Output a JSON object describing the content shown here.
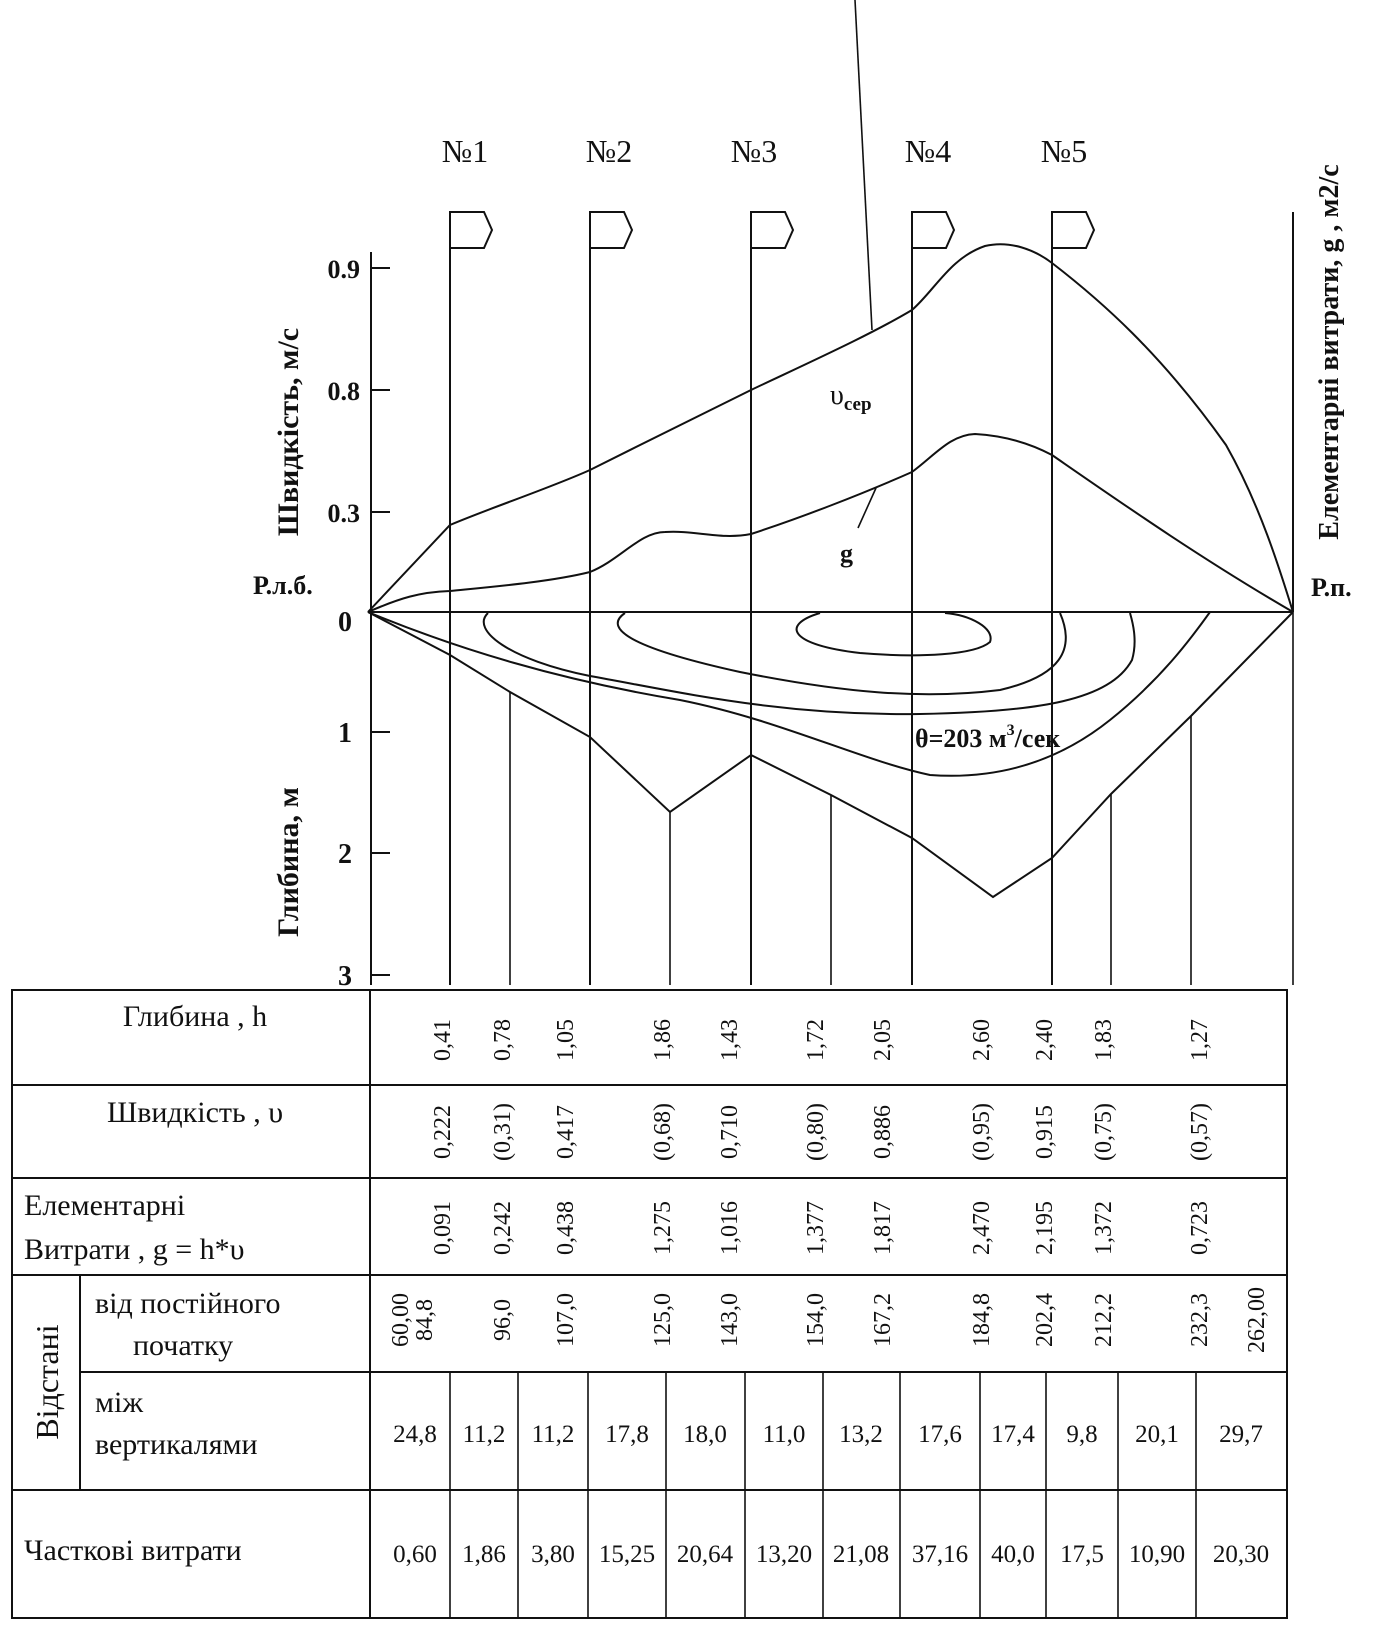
{
  "verticals": [
    {
      "label": "№1"
    },
    {
      "label": "№2"
    },
    {
      "label": "№3"
    },
    {
      "label": "№4"
    },
    {
      "label": "№5"
    }
  ],
  "axes": {
    "left_top_title": "Швидкість, м/с",
    "left_bottom_title": "Глибина, м",
    "right_title": "Елементарні витрати, g , м2/с",
    "left_bank": "Р.л.б.",
    "right_bank": "Р.п.",
    "speed_ticks": [
      "0.9",
      "0.8",
      "0.3"
    ],
    "depth_ticks": [
      "0",
      "1",
      "2",
      "3"
    ]
  },
  "curves": {
    "v_label": "υ",
    "v_sub": "сер",
    "g_label": "g",
    "discharge_prefix": "θ=203 м",
    "discharge_sup": "3",
    "discharge_suffix": "/сек"
  },
  "table": {
    "rows": {
      "depth": "Глибина , h",
      "speed": "Швидкість , υ",
      "flow_line1": "Елементарні",
      "flow_line2": "Витрати , g = h*υ",
      "distances": "Відстані",
      "from_start_line1": "від постійного",
      "from_start_line2": "початку",
      "between_line1": "між",
      "between_line2": "вертикалями",
      "partial": "Часткові витрати"
    },
    "depth_values": [
      "0,41",
      "0,78",
      "1,05",
      "1,86",
      "1,43",
      "1,72",
      "2,05",
      "2,60",
      "2,40",
      "1,83",
      "1,27"
    ],
    "speed_values": [
      "0,222",
      "(0,31)",
      "0,417",
      "(0,68)",
      "0,710",
      "(0,80)",
      "0,886",
      "(0,95)",
      "0,915",
      "(0,75)",
      "(0,57)"
    ],
    "flow_values": [
      "0,091",
      "0,242",
      "0,438",
      "1,275",
      "1,016",
      "1,377",
      "1,817",
      "2,470",
      "2,195",
      "1,372",
      "0,723"
    ],
    "from_start_top": "60,00",
    "from_start_values": [
      "84,8",
      "96,0",
      "107,0",
      "125,0",
      "143,0",
      "154,0",
      "167,2",
      "184,8",
      "202,4",
      "212,2",
      "232,3",
      "262,00"
    ],
    "between_values": [
      "24,8",
      "11,2",
      "11,2",
      "17,8",
      "18,0",
      "11,0",
      "13,2",
      "17,6",
      "17,4",
      "9,8",
      "20,1",
      "29,7"
    ],
    "partial_values": [
      "0,60",
      "1,86",
      "3,80",
      "15,25",
      "20,64",
      "13,20",
      "21,08",
      "37,16",
      "40,0",
      "17,5",
      "10,90",
      "20,30"
    ]
  }
}
